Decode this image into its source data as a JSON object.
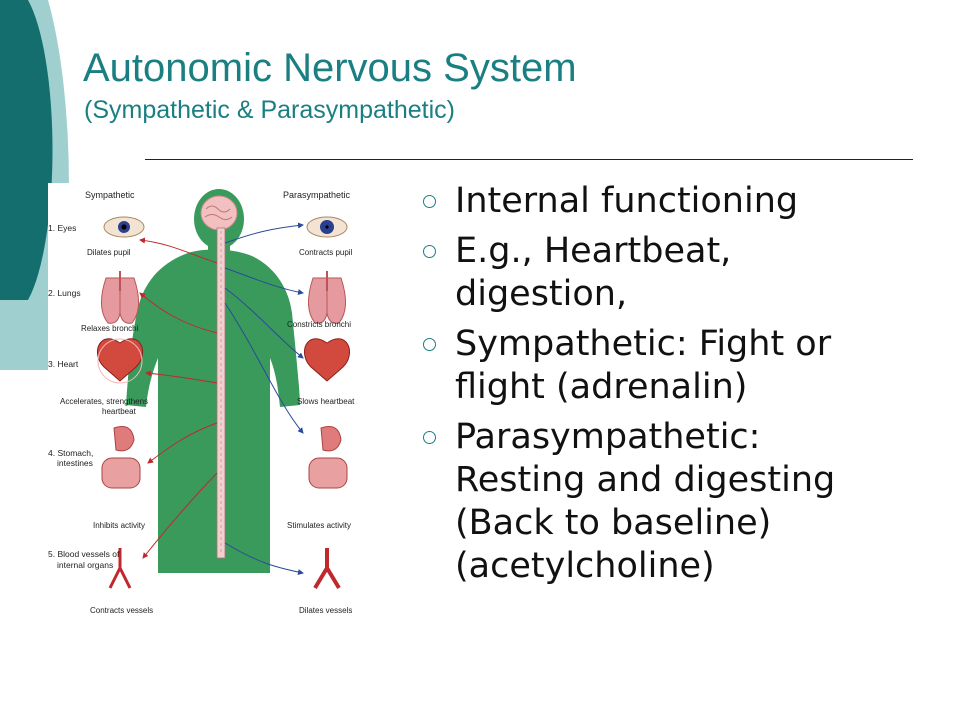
{
  "slide": {
    "title": "Autonomic Nervous System",
    "subtitle": "(Sympathetic & Parasympathetic)",
    "accent_color": "#1a7f82",
    "band_colors": [
      "#156f6f",
      "#8fc9c8"
    ]
  },
  "figure": {
    "left_header": "Sympathetic",
    "right_header": "Parasympathetic",
    "organs": [
      {
        "name": "1. Eyes",
        "sympathetic": "Dilates pupil",
        "parasympathetic": "Contracts pupil"
      },
      {
        "name": "2. Lungs",
        "sympathetic": "Relaxes bronchi",
        "parasympathetic": "Constricts bronchi"
      },
      {
        "name": "3. Heart",
        "sympathetic_line1": "Accelerates, strengthens",
        "sympathetic_line2": "heartbeat",
        "parasympathetic": "Slows heartbeat"
      },
      {
        "name_line1": "4. Stomach,",
        "name_line2": "intestines",
        "sympathetic": "Inhibits activity",
        "parasympathetic": "Stimulates activity"
      },
      {
        "name_line1": "5. Blood vessels of",
        "name_line2": "internal organs",
        "sympathetic": "Contracts vessels",
        "parasympathetic": "Dilates vessels"
      }
    ]
  },
  "bullets": [
    {
      "line1": "Internal functioning"
    },
    {
      "line1": "E.g., Heartbeat,",
      "line2": "digestion,"
    },
    {
      "line1": "Sympathetic: Fight or",
      "line2": "flight (adrenalin)"
    },
    {
      "line1": "Parasympathetic:",
      "line2": "Resting and digesting",
      "line3": "(Back to baseline)",
      "line4": "(acetylcholine)"
    }
  ]
}
